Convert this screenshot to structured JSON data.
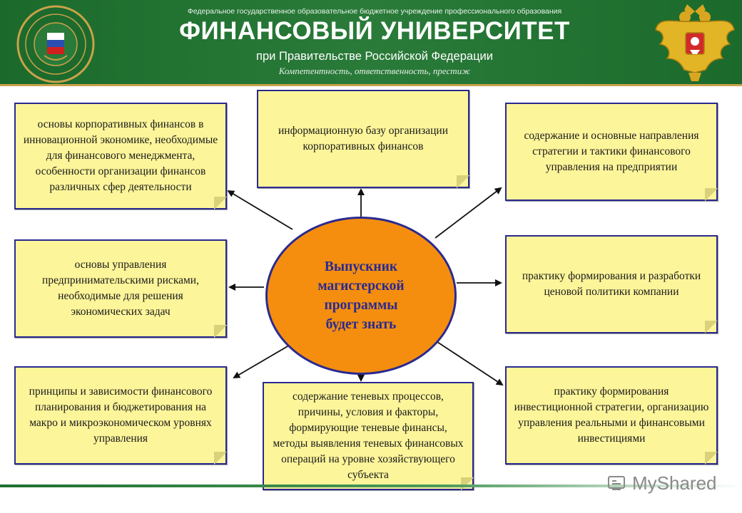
{
  "header": {
    "institution_line": "Федеральное государственное образовательное бюджетное учреждение профессионального образования",
    "title": "ФИНАНСОВЫЙ УНИВЕРСИТЕТ",
    "subtitle": "при Правительстве Российской Федерации",
    "motto": "Компетентность, ответственность, престиж",
    "logo_icon": "university-seal-icon",
    "crest_icon": "russian-coat-of-arms-icon"
  },
  "center": {
    "line1": "Выпускник",
    "line2": "магистерской",
    "line3": "программы",
    "line4": "будет знать"
  },
  "boxes": {
    "top_left": "основы корпоративных финансов в инновационной экономике, необходимые для финансового менеджмента, особенности организации финансов различных сфер деятельности",
    "top_center": "информационную базу организации корпоративных финансов",
    "top_right": "содержание и основные направления стратегии и тактики финансового управления на предприятии",
    "mid_left": "основы управления предпринимательскими рисками, необходимые для решения экономических задач",
    "mid_right": "практику формирования и разработки ценовой политики компании",
    "bottom_left": "принципы и зависимости финансового планирования и бюджетирования на макро и микроэкономическом уровнях управления",
    "bottom_center": "содержание теневых процессов, причины, условия и факторы, формирующие теневые финансы, методы выявления теневых финансовых операций на уровне хозяйствующего субъекта",
    "bottom_right": "практику формирования инвестиционной стратегии, организацию управления реальными и финансовыми инвестициями"
  },
  "watermark": {
    "text": "MyShared",
    "icon": "myshared-logo-icon"
  },
  "colors": {
    "header_green": "#1f6e2f",
    "box_fill": "#fdf59a",
    "box_border": "#2a2a90",
    "center_fill": "#f58e0f",
    "center_text": "#2a2a90"
  }
}
